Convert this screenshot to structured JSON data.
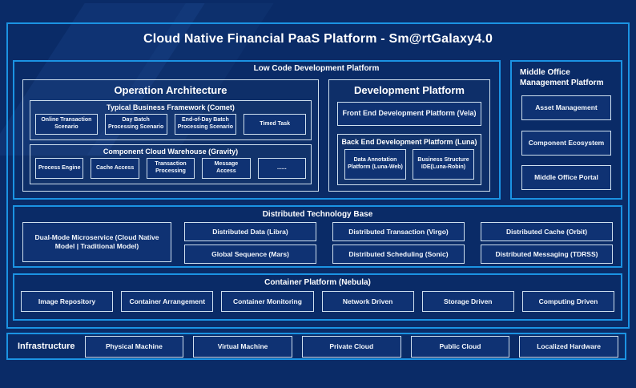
{
  "title": "Cloud Native Financial PaaS Platform - Sm@rtGalaxy4.0",
  "colors": {
    "background": "#0a2b67",
    "accent_border": "#1b93e3",
    "light_border": "#cfe0ef",
    "box_fill": "#0f3273",
    "text": "#ffffff"
  },
  "low_code": {
    "label": "Low Code Development Platform",
    "operation_architecture": {
      "title": "Operation Architecture",
      "comet": {
        "title": "Typical Business Framework (Comet)",
        "items": [
          "Online Transaction Scenario",
          "Day Batch Processing Scenario",
          "End-of-Day Batch Processing Scenario",
          "Timed Task"
        ]
      },
      "gravity": {
        "title": "Component Cloud Warehouse (Gravity)",
        "items": [
          "Process Engine",
          "Cache Access",
          "Transaction Processing",
          "Message Access",
          "......"
        ]
      }
    },
    "development_platform": {
      "title": "Development Platform",
      "vela": "Front End Development Platform (Vela)",
      "luna": {
        "title": "Back End Development Platform (Luna)",
        "items": [
          "Data Annotation Platform (Luna-Web)",
          "Business Structure IDE(Luna-Robin)"
        ]
      }
    }
  },
  "middle_office": {
    "label": "Middle Office Management Platform",
    "items": [
      "Asset Management",
      "Component Ecosystem",
      "Middle Office Portal"
    ]
  },
  "distributed": {
    "label": "Distributed Technology Base",
    "dual_mode": "Dual-Mode Microservice (Cloud Native Model | Traditional Model)",
    "items": [
      "Distributed Data (Libra)",
      "Distributed Transaction (Virgo)",
      "Distributed Cache (Orbit)",
      "Global Sequence (Mars)",
      "Distributed Scheduling (Sonic)",
      "Distributed Messaging (TDRSS)"
    ]
  },
  "container": {
    "label": "Container Platform (Nebula)",
    "items": [
      "Image Repository",
      "Container Arrangement",
      "Container Monitoring",
      "Network Driven",
      "Storage Driven",
      "Computing Driven"
    ]
  },
  "infrastructure": {
    "label": "Infrastructure",
    "items": [
      "Physical Machine",
      "Virtual Machine",
      "Private Cloud",
      "Public Cloud",
      "Localized Hardware"
    ]
  }
}
